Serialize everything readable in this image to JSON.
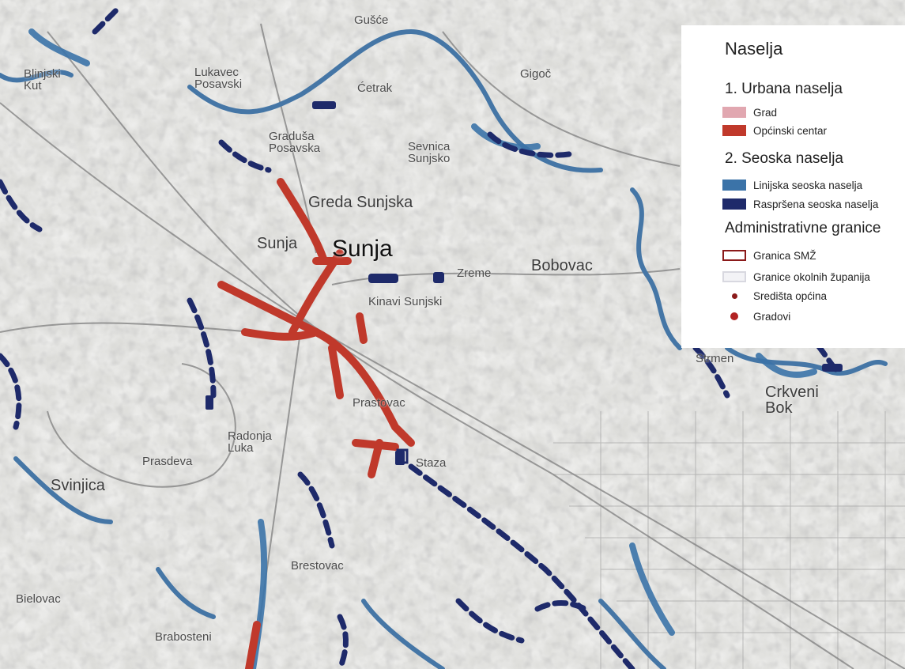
{
  "map": {
    "colors": {
      "paper": "#e4e4e2",
      "rivers": "#3f6e9c",
      "linear_settlements": "#3b73a8",
      "dispersed_settlements": "#1e2a6a",
      "municipal_center": "#c0392b",
      "roads": "#8a8a8a"
    },
    "labels": {
      "gusce": "Gušće",
      "blinjski_kut": "Blinjski\nKut",
      "lukavec_posavski": "Lukavec\nPosavski",
      "cetrak": "Ćetrak",
      "gigoc": "Gigoč",
      "gradusa_posavska": "Graduša\nPosavska",
      "sevnica_sunjsko": "Sevnica\nSunjsko",
      "greda_sunjska": "Greda Sunjska",
      "sunja_map": "Sunja",
      "sunja_main": "Sunja",
      "bobovac": "Bobovac",
      "zreme": "Zreme",
      "kinavi_sunjski": "Kinavi Sunjski",
      "prastovac": "Prastovac",
      "staza": "Staza",
      "radonja_luka": "Radonja\nLuka",
      "prasdeva": "Prasdeva",
      "svinjica": "Svinjica",
      "crkveni_bok": "Crkveni\nBok",
      "brestovac": "Brestovac",
      "bielovac": "Bielovac",
      "brabosteni": "Brabosteni",
      "strmen": "Strmen"
    }
  },
  "legend": {
    "title": "Naselja",
    "section_urban": "1. Urbana naselja",
    "grad": "Grad",
    "opcinski_centar": "Općinski centar",
    "section_rural": "2. Seoska naselja",
    "linijska": "Linijska seoska naselja",
    "rasprsena": "Raspršena seoska naselja",
    "section_admin": "Administrativne granice",
    "granica_smz": "Granica SMŽ",
    "granice_okolnih": "Granice okolnih županija",
    "sredista_opcina": "Središta općina",
    "gradovi": "Gradovi",
    "colors": {
      "grad": "#e1a7b0",
      "opcinski_centar": "#c0392b",
      "linijska": "#3b73a8",
      "rasprsena": "#1e2a6a",
      "granica_smz": "#8b1a1a",
      "granice_okolnih": "#d8d8e0",
      "sredista_opcina": "#8b1a1a",
      "gradovi": "#b22222"
    }
  }
}
